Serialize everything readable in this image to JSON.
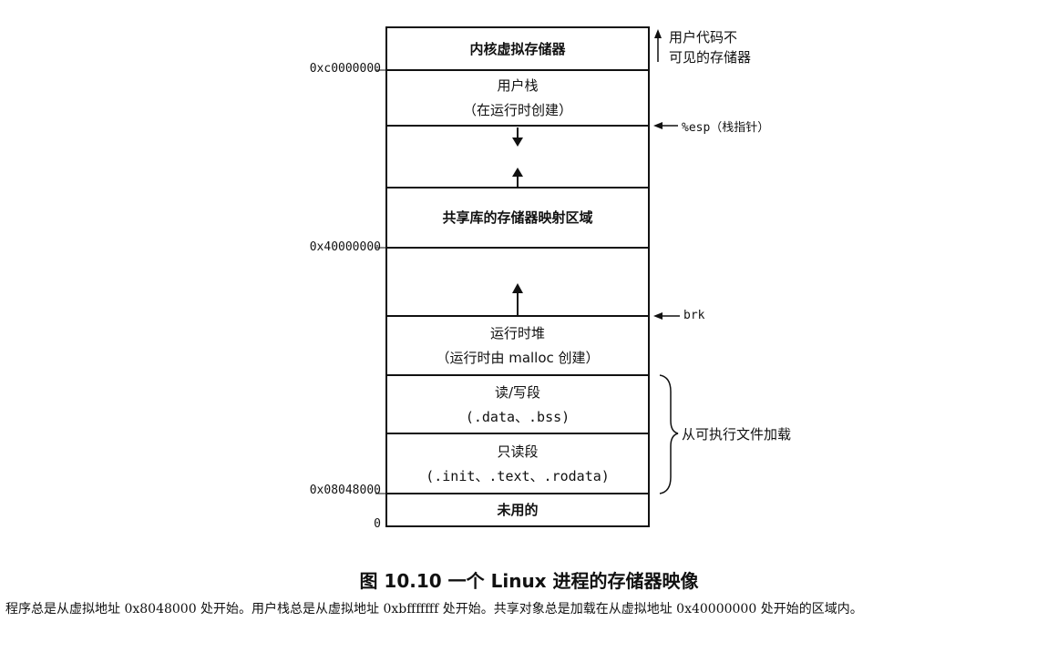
{
  "segments": {
    "kernel": "内核虚拟存储器",
    "user_stack": {
      "line1": "用户栈",
      "line2": "（在运行时创建）"
    },
    "shared_libs": "共享库的存储器映射区域",
    "heap": {
      "line1": "运行时堆",
      "line2": "（运行时由 malloc 创建）"
    },
    "rw": {
      "line1": "读/写段",
      "line2": "(.data、.bss)"
    },
    "ro": {
      "line1": "只读段",
      "line2": "(.init、.text、.rodata)"
    },
    "unused": "未用的"
  },
  "addresses": {
    "kernel_base": "0xc0000000",
    "shared_base": "0x40000000",
    "text_base": "0x08048000",
    "zero": "0"
  },
  "notes": {
    "invisible_line1": "用户代码不",
    "invisible_line2": "可见的存储器",
    "esp": "%esp（栈指针）",
    "brk": "brk",
    "loaded": "从可执行文件加载"
  },
  "caption": "图 10.10   一个 Linux 进程的存储器映像",
  "description": "程序总是从虚拟地址 0x8048000 处开始。用户栈总是从虚拟地址 0xbfffffff 处开始。共享对象总是加载在从虚拟地址 0x40000000 处开始的区域内。"
}
